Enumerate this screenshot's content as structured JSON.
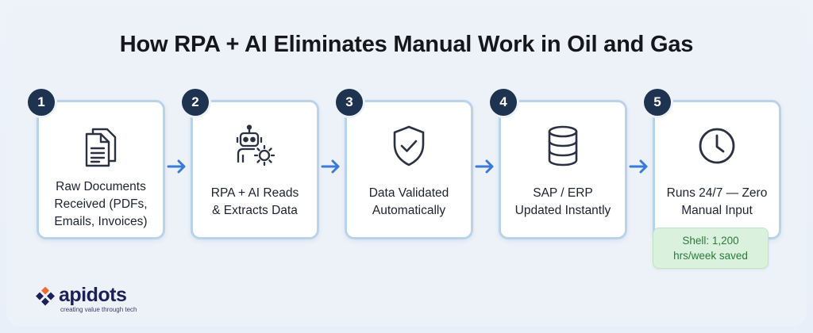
{
  "title": "How RPA + AI Eliminates Manual Work in Oil and Gas",
  "steps": [
    {
      "number": "1",
      "icon": "documents-icon",
      "label_lines": [
        "Raw Documents",
        "Received (PDFs,",
        "Emails, Invoices)"
      ]
    },
    {
      "number": "2",
      "icon": "robot-gear-icon",
      "label_lines": [
        "RPA + AI Reads",
        "& Extracts Data"
      ]
    },
    {
      "number": "3",
      "icon": "shield-check-icon",
      "label_lines": [
        "Data Validated",
        "Automatically"
      ]
    },
    {
      "number": "4",
      "icon": "database-icon",
      "label_lines": [
        "SAP / ERP",
        "Updated Instantly"
      ]
    },
    {
      "number": "5",
      "icon": "clock-icon",
      "label_lines": [
        "Runs 24/7 — Zero",
        "Manual Input"
      ]
    }
  ],
  "callout": {
    "lines": [
      "Shell: 1,200",
      "hrs/week saved"
    ]
  },
  "logo": {
    "name": "apidots",
    "tagline": "creating value through tech"
  },
  "colors": {
    "badge": "#1e3350",
    "card_border": "#b9d3ea",
    "arrow": "#3a7bd5",
    "icon": "#2a3140",
    "callout_bg": "#d9f1dd",
    "callout_text": "#2b7a3b",
    "logo_text": "#1d1f57",
    "logo_orange": "#f26a2e"
  }
}
